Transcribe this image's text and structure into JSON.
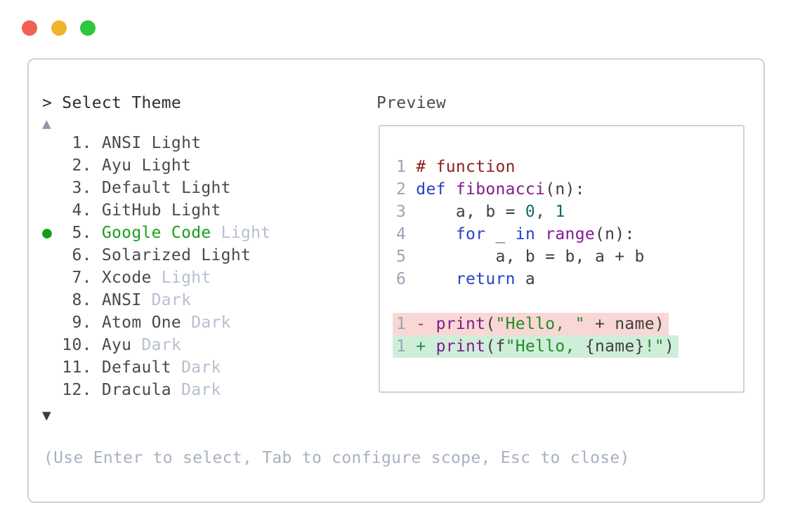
{
  "colors": {
    "traffic-red": "#f15f55",
    "traffic-yellow": "#f0b32e",
    "traffic-green": "#2cc73c",
    "border": "#cdd1d9",
    "border2": "#ccd1d9",
    "prompt": "#2d2d2d",
    "item": "#4a4a4a",
    "sel": "#1b9e1c",
    "dot": "#12a012",
    "dim": "#b7bfce",
    "help": "#a9b1c0",
    "label": "#4c4c4c",
    "arrow-up": "#8e97a8",
    "arrow-down": "#3b3b3b",
    "num": "#9ba4b5",
    "pl": "#3f3f3f",
    "kw": "#2742c6",
    "fn": "#801d8c",
    "str": "#258b25",
    "lit": "#0d6d6d",
    "com": "#8e221b",
    "del": "#b23a2e",
    "add": "#268c3c",
    "bg-removed": "#f9d7d4",
    "bg-added": "#cfeeda"
  },
  "window": {
    "traffic_lights": [
      {
        "name": "close"
      },
      {
        "name": "minimize"
      },
      {
        "name": "maximize"
      }
    ]
  },
  "dialog": {
    "prompt": "> Select Theme",
    "scroll_up_indicator": "▲",
    "scroll_down_indicator": "▼",
    "selected_indicator": "●",
    "help_text": "(Use Enter to select, Tab to configure scope, Esc to close)",
    "items": [
      {
        "num": " 1.",
        "name": "ANSI",
        "suffix": "Light",
        "suffix_dim": false,
        "selected": false
      },
      {
        "num": " 2.",
        "name": "Ayu",
        "suffix": "Light",
        "suffix_dim": false,
        "selected": false
      },
      {
        "num": " 3.",
        "name": "Default",
        "suffix": "Light",
        "suffix_dim": false,
        "selected": false
      },
      {
        "num": " 4.",
        "name": "GitHub",
        "suffix": "Light",
        "suffix_dim": false,
        "selected": false
      },
      {
        "num": " 5.",
        "name": "Google Code",
        "suffix": "Light",
        "suffix_dim": true,
        "selected": true
      },
      {
        "num": " 6.",
        "name": "Solarized",
        "suffix": "Light",
        "suffix_dim": false,
        "selected": false
      },
      {
        "num": " 7.",
        "name": "Xcode",
        "suffix": "Light",
        "suffix_dim": true,
        "selected": false
      },
      {
        "num": " 8.",
        "name": "ANSI",
        "suffix": "Dark",
        "suffix_dim": true,
        "selected": false
      },
      {
        "num": " 9.",
        "name": "Atom One",
        "suffix": "Dark",
        "suffix_dim": true,
        "selected": false
      },
      {
        "num": "10.",
        "name": "Ayu",
        "suffix": "Dark",
        "suffix_dim": true,
        "selected": false
      },
      {
        "num": "11.",
        "name": "Default",
        "suffix": "Dark",
        "suffix_dim": true,
        "selected": false
      },
      {
        "num": "12.",
        "name": "Dracula",
        "suffix": "Dark",
        "suffix_dim": true,
        "selected": false
      }
    ]
  },
  "preview": {
    "label": "Preview",
    "lines": [
      {
        "num": "1",
        "tokens": [
          [
            "com",
            "# function"
          ]
        ]
      },
      {
        "num": "2",
        "tokens": [
          [
            "kw",
            "def"
          ],
          [
            "pl",
            " "
          ],
          [
            "fn",
            "fibonacci"
          ],
          [
            "pl",
            "(n):"
          ]
        ]
      },
      {
        "num": "3",
        "tokens": [
          [
            "pl",
            "    a, b = "
          ],
          [
            "lit",
            "0"
          ],
          [
            "pl",
            ", "
          ],
          [
            "lit",
            "1"
          ]
        ]
      },
      {
        "num": "4",
        "tokens": [
          [
            "pl",
            "    "
          ],
          [
            "kw",
            "for"
          ],
          [
            "pl",
            " _ "
          ],
          [
            "kw",
            "in"
          ],
          [
            "pl",
            " "
          ],
          [
            "fn",
            "range"
          ],
          [
            "pl",
            "(n):"
          ]
        ]
      },
      {
        "num": "5",
        "tokens": [
          [
            "pl",
            "        a, b = b, a + b"
          ]
        ]
      },
      {
        "num": "6",
        "tokens": [
          [
            "pl",
            "    "
          ],
          [
            "kw",
            "return"
          ],
          [
            "pl",
            " a"
          ]
        ]
      },
      {
        "blank": true
      },
      {
        "num": "1",
        "diff": "removed",
        "tokens": [
          [
            "del",
            "- "
          ],
          [
            "fn",
            "print"
          ],
          [
            "pl",
            "("
          ],
          [
            "str",
            "\"Hello, \""
          ],
          [
            "pl",
            " + name)"
          ]
        ]
      },
      {
        "num": "1",
        "diff": "added",
        "tokens": [
          [
            "add",
            "+ "
          ],
          [
            "fn",
            "print"
          ],
          [
            "pl",
            "(f"
          ],
          [
            "str",
            "\"Hello, "
          ],
          [
            "pl",
            "{name}"
          ],
          [
            "str",
            "!\""
          ],
          [
            "pl",
            ")"
          ]
        ]
      }
    ]
  }
}
